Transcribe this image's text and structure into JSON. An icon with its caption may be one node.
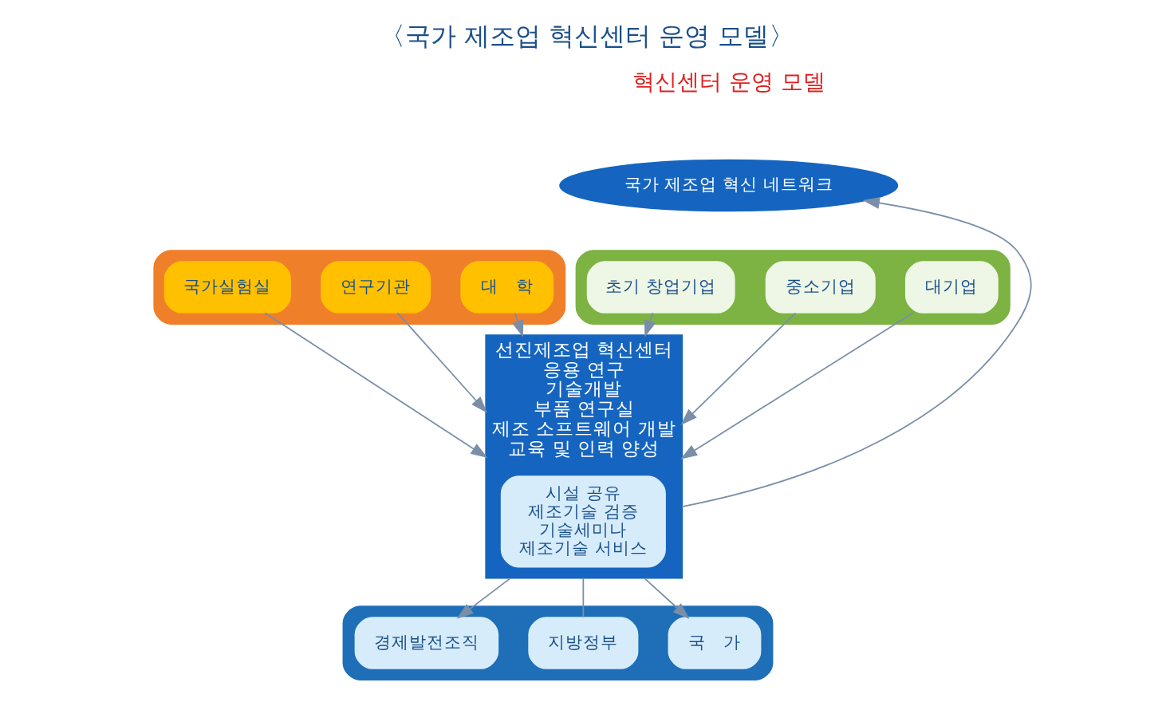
{
  "diagram": {
    "title": "〈국가 제조업 혁신센터 운영 모델〉",
    "nodes": [
      {
        "text": [
          "국가 제조업 혁신 네트워크"
        ]
      },
      {
        "text": [
          "선진제조업 혁신센터",
          "응용 연구",
          "기술개발",
          "부품 연구실",
          "제조 소프트웨어 개발",
          "교육 및 인력 양성"
        ]
      },
      {
        "text": [
          "시설 공유",
          "제조기술 검증",
          "기술세미나",
          "제조기술 서비스"
        ],
        "in": 1
      },
      {
        "text": [],
        "shape": "box"
      },
      {
        "text": [
          "대　학"
        ],
        "in": 3
      },
      {
        "text": [
          "연구기관"
        ],
        "in": 3
      },
      {
        "text": [
          "국가실험실"
        ],
        "in": 3
      },
      {
        "text": [],
        "shape": "box"
      },
      {
        "text": [
          "대기업"
        ],
        "in": 7
      },
      {
        "text": [
          "중소기업"
        ],
        "in": 7
      },
      {
        "text": [
          "초기 창업기업"
        ],
        "in": 7
      },
      {
        "text": [],
        "shape": "box"
      },
      {
        "text": [
          "국　가"
        ],
        "in": 11
      },
      {
        "text": [
          "지방정부"
        ],
        "in": 11
      },
      {
        "text": [
          "경제발전조직"
        ],
        "in": 11
      }
    ],
    "edges": [
      {
        "from": 1,
        "to": 0,
        "arrow": "to"
      },
      {
        "from": 4,
        "to": 1,
        "arrow": "to"
      },
      {
        "from": 5,
        "to": 1,
        "arrow": "to"
      },
      {
        "from": 6,
        "to": 1,
        "arrow": "to"
      },
      {
        "from": 8,
        "to": 1,
        "arrow": "to"
      },
      {
        "from": 9,
        "to": 1,
        "arrow": "to"
      },
      {
        "from": 10,
        "to": 1,
        "arrow": "to"
      },
      {
        "from": 1,
        "to": 12,
        "arrow": "to"
      },
      {
        "from": 1,
        "to": 13,
        "arrow": "none"
      },
      {
        "from": 1,
        "to": 14,
        "arrow": "to"
      }
    ],
    "labels": [
      "혁신센터 운영 모델"
    ]
  }
}
